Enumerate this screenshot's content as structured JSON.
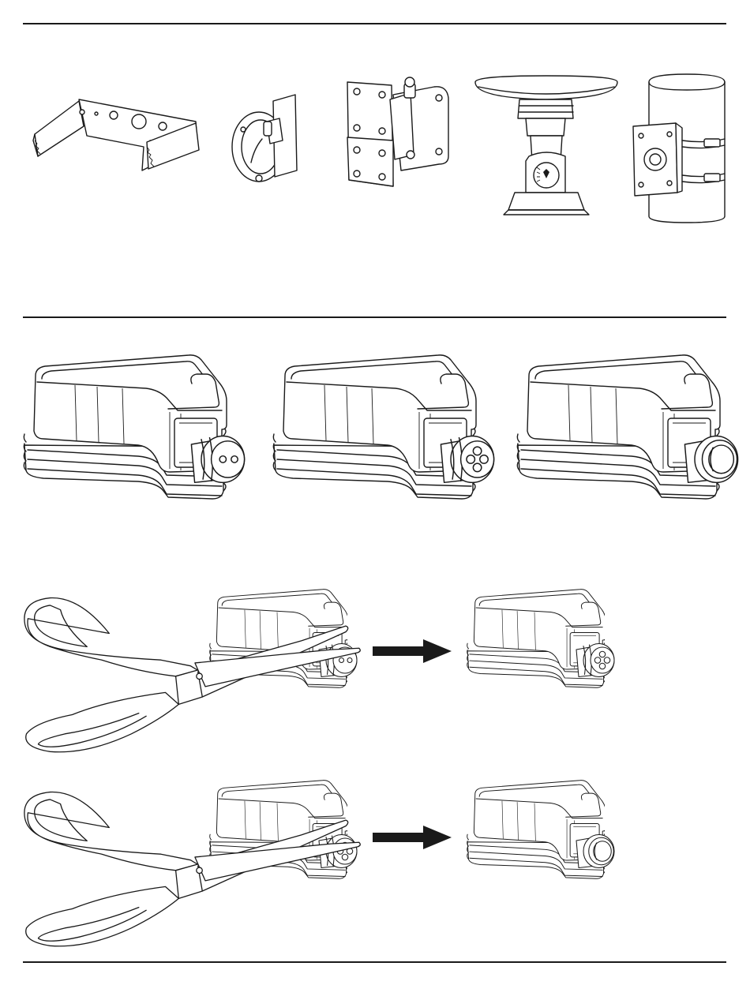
{
  "page": {
    "background": "#ffffff",
    "ink": "#1a1a1a"
  },
  "sections": {
    "mounts": {
      "items": [
        {
          "name": "u-bracket"
        },
        {
          "name": "wall-mount-pivot"
        },
        {
          "name": "swivel-wall-bracket"
        },
        {
          "name": "ceiling-mount"
        },
        {
          "name": "pole-mount-with-straps"
        }
      ]
    },
    "connectors": {
      "items": [
        {
          "name": "cover-two-pin-plug"
        },
        {
          "name": "cover-four-pin-plug"
        },
        {
          "name": "cover-open-gland"
        }
      ]
    },
    "steps": [
      {
        "from": "cover-two-pin-plug",
        "to": "cover-four-pin-plug",
        "tool": "scissors-icon",
        "arrow": "arrow-right-icon"
      },
      {
        "from": "cover-four-pin-plug",
        "to": "cover-open-gland",
        "tool": "scissors-icon",
        "arrow": "arrow-right-icon"
      }
    ]
  }
}
